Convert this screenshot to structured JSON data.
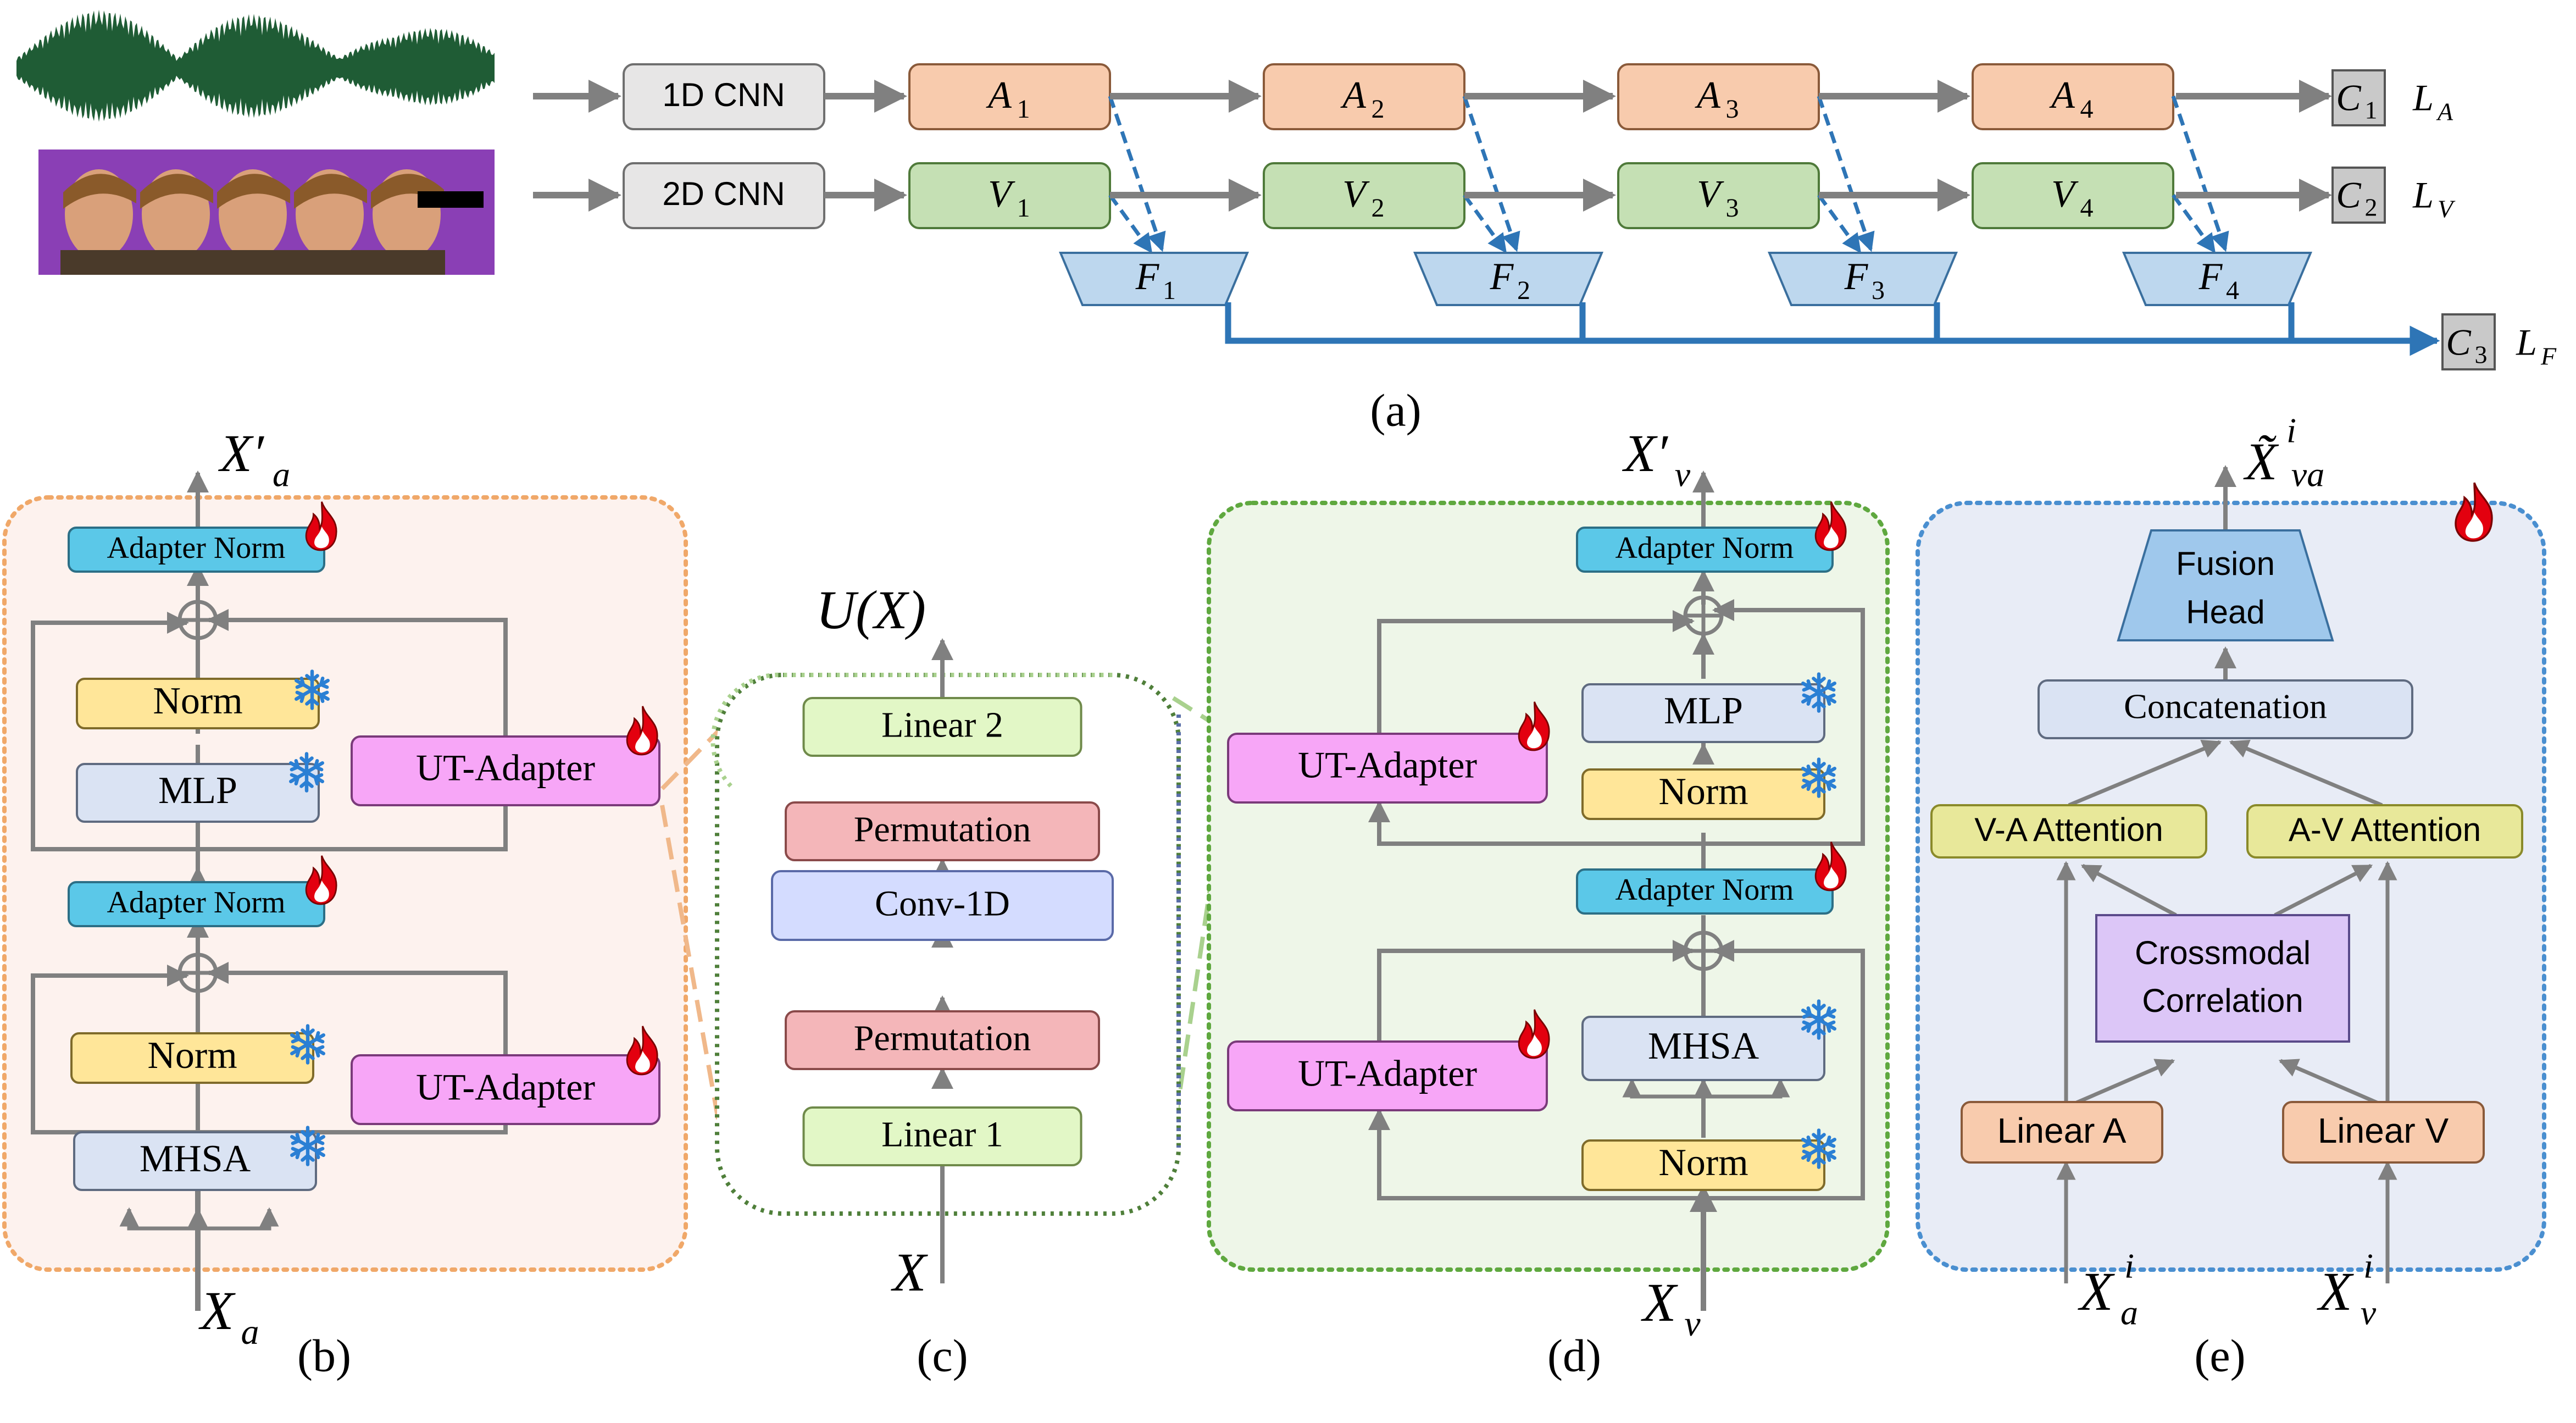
{
  "panel_labels": {
    "a": "(a)",
    "b": "(b)",
    "c": "(c)",
    "d": "(d)",
    "e": "(e)"
  },
  "panel_a": {
    "cnn_audio": "1D CNN",
    "cnn_video": "2D CNN",
    "audio_blocks": [
      "A",
      "A",
      "A",
      "A"
    ],
    "video_blocks": [
      "V",
      "V",
      "V",
      "V"
    ],
    "fusion_blocks": [
      "F",
      "F",
      "F",
      "F"
    ],
    "block_indices": [
      "1",
      "2",
      "3",
      "4"
    ],
    "classifiers": [
      {
        "letter": "C",
        "sub": "1",
        "loss": "L",
        "loss_sub": "A"
      },
      {
        "letter": "C",
        "sub": "2",
        "loss": "L",
        "loss_sub": "V"
      },
      {
        "letter": "C",
        "sub": "3",
        "loss": "L",
        "loss_sub": "F"
      }
    ]
  },
  "panel_b": {
    "output": "X′",
    "output_sub": "a",
    "input": "X",
    "input_sub": "a",
    "adapter_norm": "Adapter Norm",
    "norm": "Norm",
    "mlp": "MLP",
    "mhsa": "MHSA",
    "ut_adapter": "UT-Adapter"
  },
  "panel_c": {
    "output": "U(X)",
    "input": "X",
    "layers": [
      "Linear 2",
      "Permutation",
      "Conv-1D",
      "Permutation",
      "Linear 1"
    ]
  },
  "panel_d": {
    "output": "X′",
    "output_sub": "v",
    "input": "X",
    "input_sub": "v",
    "adapter_norm": "Adapter Norm",
    "norm": "Norm",
    "mlp": "MLP",
    "mhsa": "MHSA",
    "ut_adapter": "UT-Adapter"
  },
  "panel_e": {
    "output": "X̃",
    "output_sup": "i",
    "output_sub": "va",
    "fusion_head": [
      "Fusion",
      "Head"
    ],
    "concatenation": "Concatenation",
    "va_attention": "V-A Attention",
    "av_attention": "A-V Attention",
    "crossmodal": [
      "Crossmodal",
      "Correlation"
    ],
    "linear_a": "Linear A",
    "linear_v": "Linear V",
    "input_a": "X",
    "input_a_sup": "i",
    "input_a_sub": "a",
    "input_v": "X",
    "input_v_sup": "i",
    "input_v_sub": "v"
  },
  "colors": {
    "audio": "#f8cbad",
    "video": "#c5e0b4",
    "fusion": "#bdd7ee",
    "cnn": "#e7e6e6",
    "adapter_norm": "#5bc8e8",
    "norm": "#ffe699",
    "mlp": "#dae3f3",
    "ut_adapter": "#f7a6f7",
    "linear": "#e2f7c6",
    "permutation": "#f4b6b9",
    "conv": "#d4dcff",
    "attention": "#e8e89a",
    "crossmodal": "#dcc6f7",
    "panel_b_bg": "#fdf2ee",
    "panel_d_bg": "#eef6e8",
    "panel_e_bg": "#e8ecf6",
    "main_line": "#2e75b6",
    "arrow": "#808080"
  },
  "icons": {
    "fire": "fire-icon",
    "snowflake": "snowflake-icon",
    "waveform": "audio-waveform",
    "frames": "face-video-frames"
  }
}
